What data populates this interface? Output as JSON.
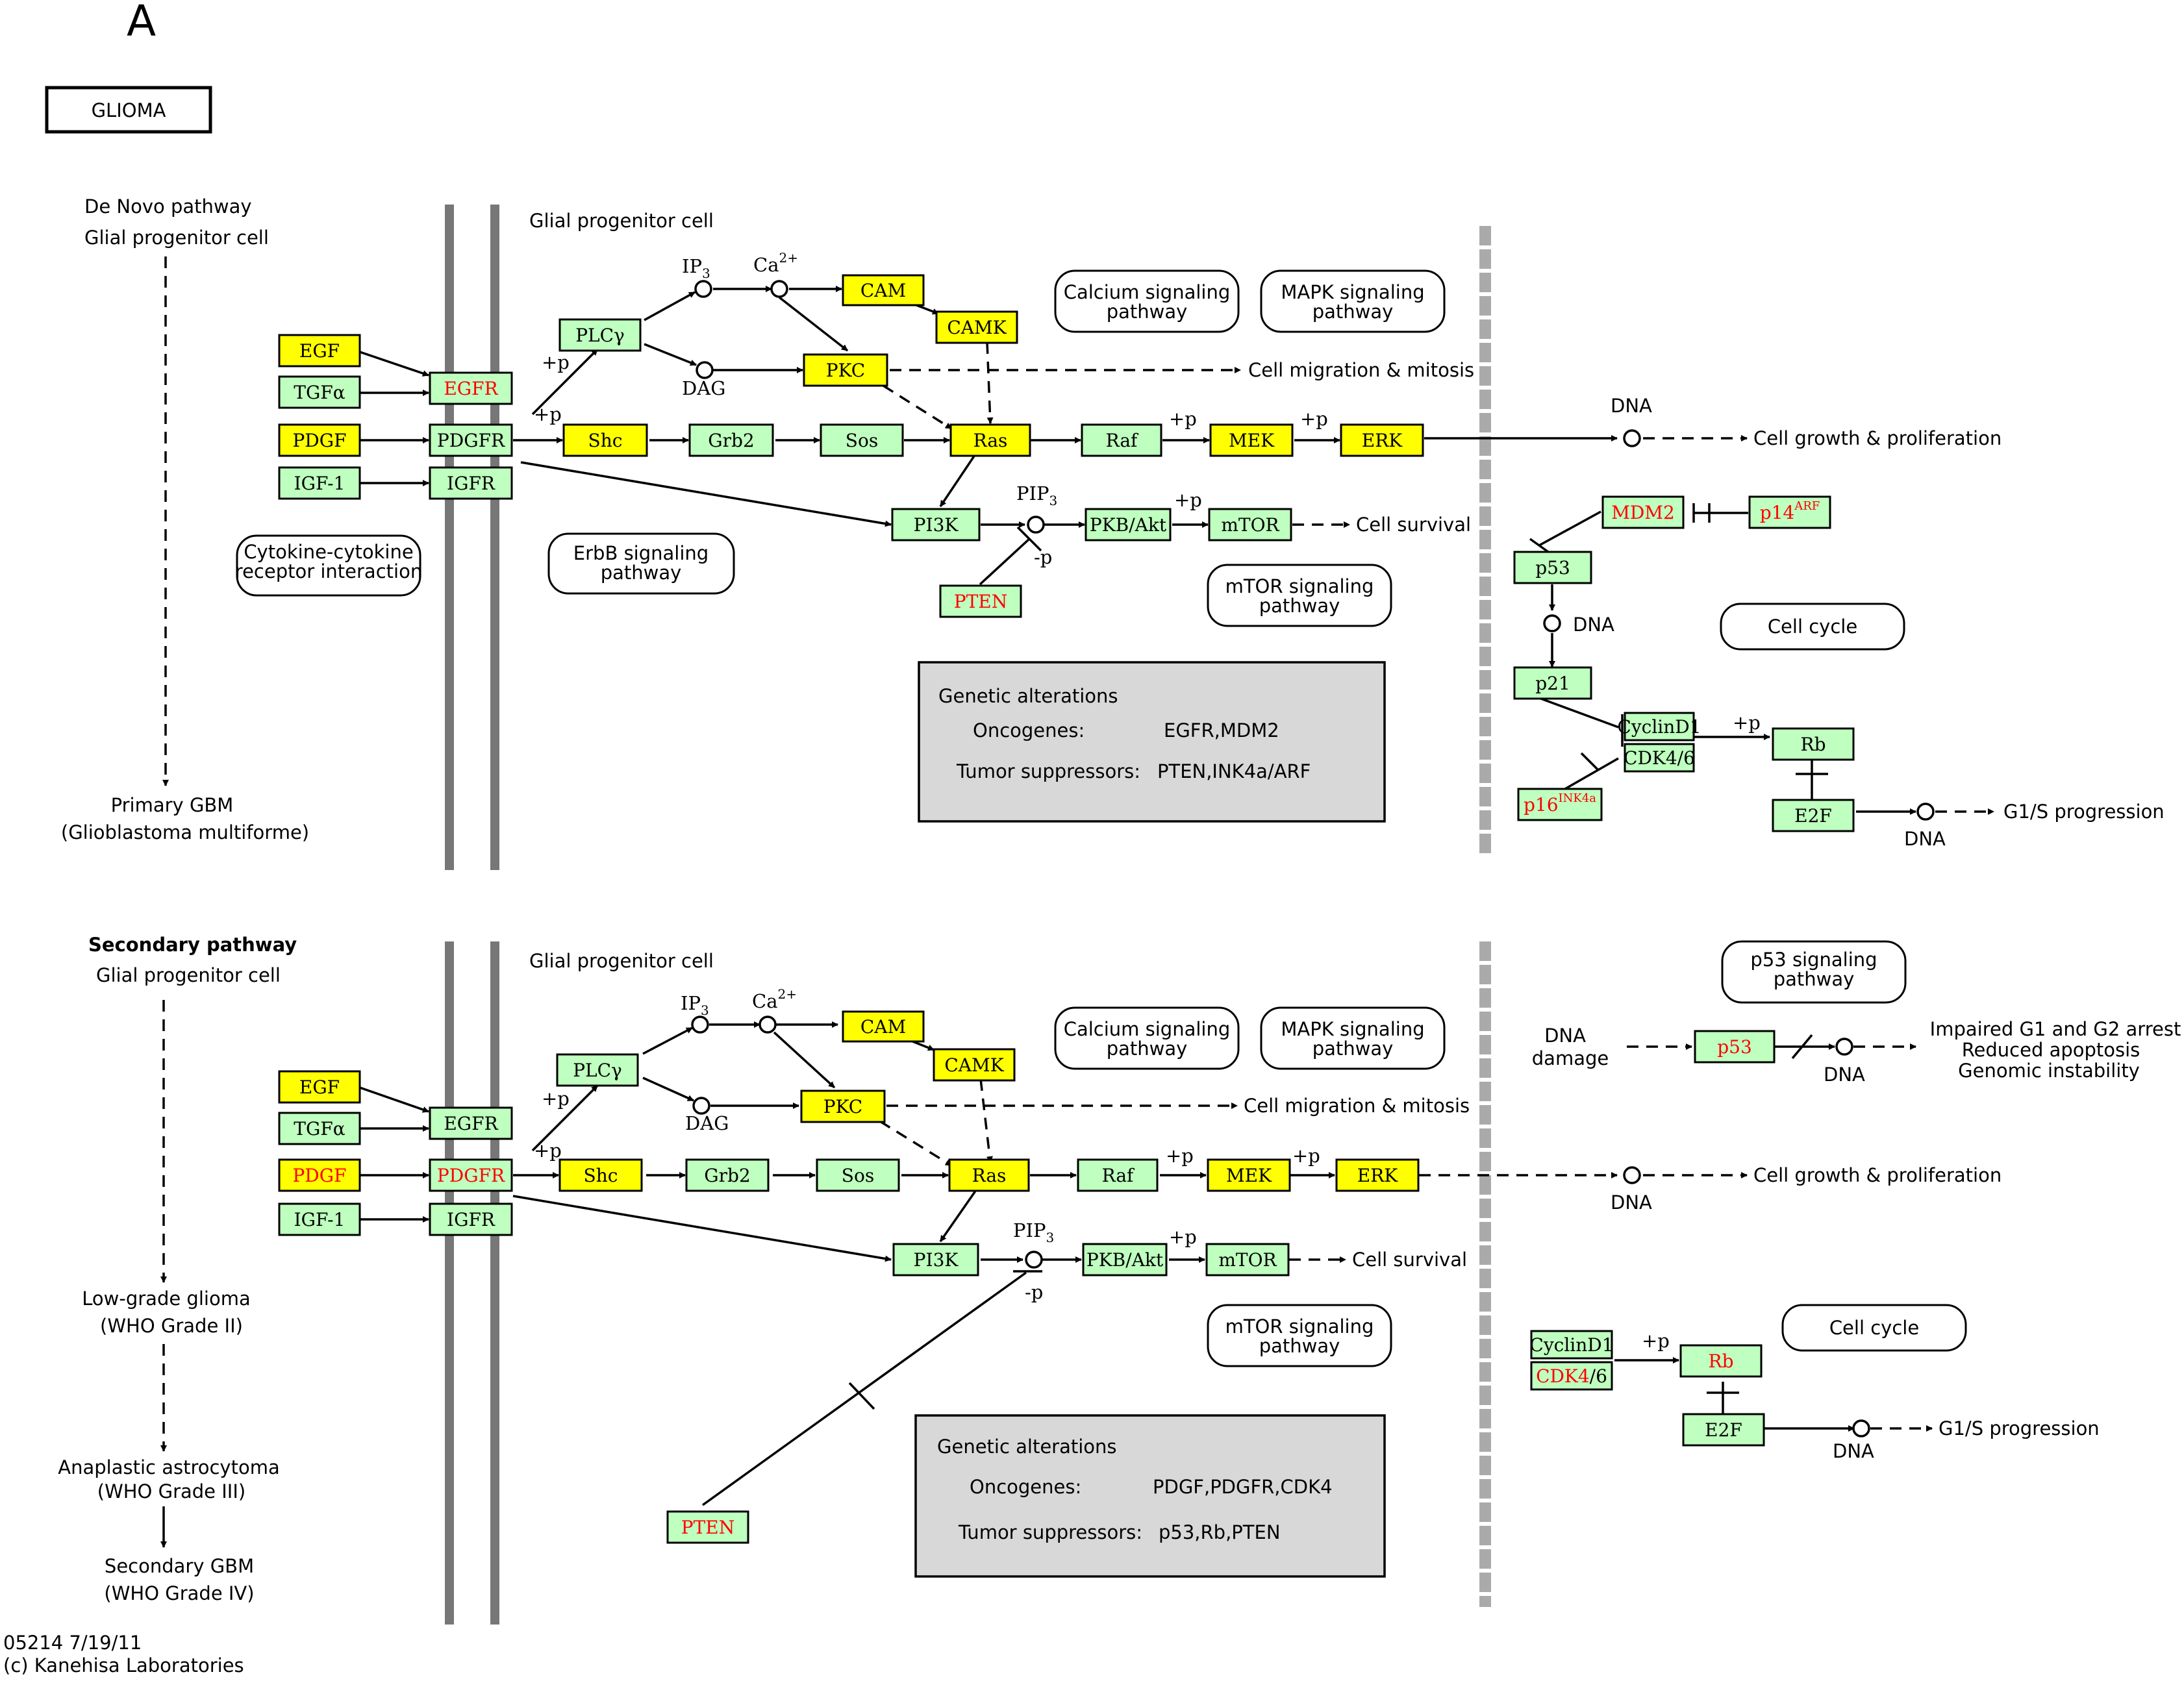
{
  "panel_letter": "A",
  "title": "GLIOMA",
  "colors": {
    "yellow": "#FFFF00",
    "green": "#BFFFBF",
    "red_text": "#FF0000",
    "gray_box": "#D8D8D8",
    "membrane": "#777777"
  },
  "top": {
    "header": [
      "De Novo pathway",
      "Glial progenitor cell"
    ],
    "outcome": [
      "Primary GBM",
      "(Glioblastoma multiforme)"
    ],
    "cell_label": "Glial progenitor cell",
    "genes": {
      "egf": "EGF",
      "tgfa": "TGFα",
      "pdgf": "PDGF",
      "igf1": "IGF-1",
      "egfr": "EGFR",
      "pdgfr": "PDGFR",
      "igfr": "IGFR",
      "plcg": "PLCγ",
      "shc": "Shc",
      "grb2": "Grb2",
      "sos": "Sos",
      "ras": "Ras",
      "raf": "Raf",
      "mek": "MEK",
      "erk": "ERK",
      "cam": "CAM",
      "camk": "CAMK",
      "pkc": "PKC",
      "pi3k": "PI3K",
      "pkb": "PKB/Akt",
      "mtor": "mTOR",
      "pten": "PTEN",
      "mdm2": "MDM2",
      "p14": "p14",
      "p14_sup": "ARF",
      "p53": "p53",
      "p21": "p21",
      "cyclind1": "CyclinD1",
      "cdk46": "CDK4/6",
      "p16": "p16",
      "p16_sup": "INK4a",
      "rb": "Rb",
      "e2f": "E2F"
    },
    "pathways": {
      "cytokine": [
        "Cytokine-cytokine",
        "receptor interaction"
      ],
      "erbb": [
        "ErbB signaling",
        "pathway"
      ],
      "calcium": [
        "Calcium signaling",
        "pathway"
      ],
      "mapk": [
        "MAPK signaling",
        "pathway"
      ],
      "mtor": [
        "mTOR signaling",
        "pathway"
      ],
      "cellcycle": "Cell cycle"
    },
    "alterations": {
      "title": "Genetic alterations",
      "onc_label": "Oncogenes:",
      "onc_value": "EGFR,MDM2",
      "ts_label": "Tumor suppressors:",
      "ts_value": "PTEN,INK4a/ARF"
    }
  },
  "bottom": {
    "header": [
      "Secondary pathway",
      "Glial progenitor cell"
    ],
    "stages": [
      [
        "Low-grade glioma",
        "(WHO Grade II)"
      ],
      [
        "Anaplastic astrocytoma",
        "(WHO Grade III)"
      ],
      [
        "Secondary GBM",
        "(WHO Grade IV)"
      ]
    ],
    "cell_label": "Glial progenitor cell",
    "p53_pathway": [
      "p53 signaling",
      "pathway"
    ],
    "dna_damage": [
      "DNA",
      "damage"
    ],
    "p53_outcomes": [
      "Impaired G1 and G2 arrest",
      "Reduced apoptosis",
      "Genomic instability"
    ],
    "alterations": {
      "title": "Genetic alterations",
      "onc_label": "Oncogenes:",
      "onc_value": "PDGF,PDGFR,CDK4",
      "ts_label": "Tumor suppressors:",
      "ts_value": "p53,Rb,PTEN"
    }
  },
  "shared_labels": {
    "ip3": "IP",
    "ip3_sub": "3",
    "ca": "Ca",
    "ca_sup": "2+",
    "dag": "DAG",
    "pip3": "PIP",
    "pip3_sub": "3",
    "plus_p": "+p",
    "minus_p": "-p",
    "dna": "DNA",
    "migration": "Cell migration & mitosis",
    "growth": "Cell growth & proliferation",
    "survival": "Cell survival",
    "g1s": "G1/S progression"
  },
  "footer": [
    "05214 7/19/11",
    "(c) Kanehisa Laboratories"
  ]
}
